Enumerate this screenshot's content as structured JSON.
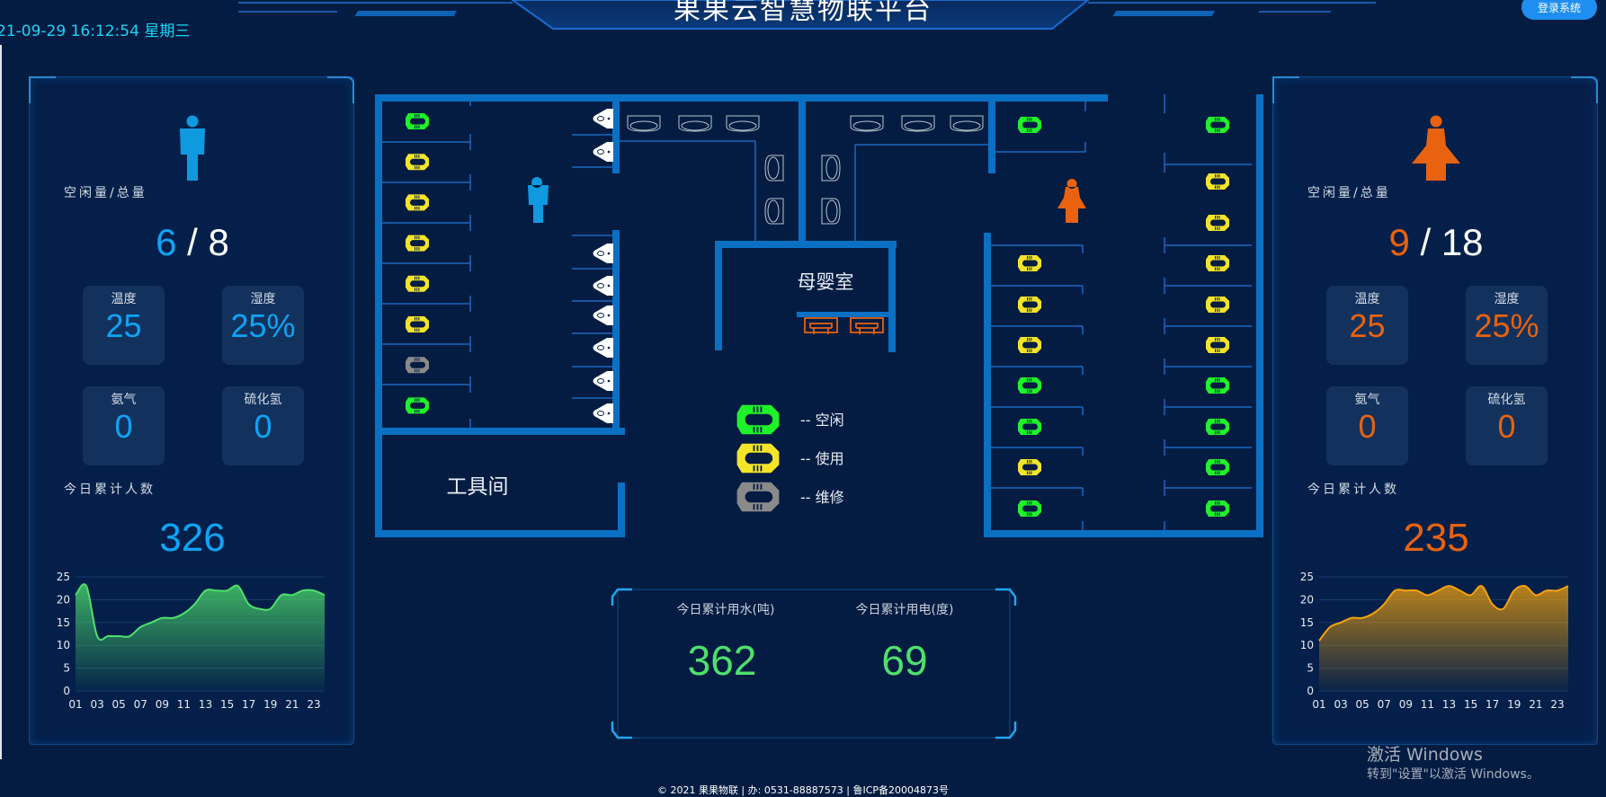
{
  "header": {
    "title": "果果云智慧物联平台",
    "datetime": "21-09-29 16:12:54 星期三",
    "login_label": "登录系统"
  },
  "colors": {
    "male": "#0f9ae0",
    "female": "#e8620f",
    "free": "#1ef22a",
    "used": "#f3e42a",
    "repair": "#8a8a8a",
    "wall": "#0a70c4",
    "water": "#4fe06c"
  },
  "men": {
    "icon": "male-person-icon",
    "free_label": "空闲量/总量",
    "free": "6",
    "total": "8",
    "sep": "/",
    "stats": [
      {
        "label": "温度",
        "value": "25"
      },
      {
        "label": "湿度",
        "value": "25%"
      },
      {
        "label": "氨气",
        "value": "0"
      },
      {
        "label": "硫化氢",
        "value": "0"
      }
    ],
    "count_label": "今日累计人数",
    "count": "326"
  },
  "women": {
    "icon": "female-person-icon",
    "free_label": "空闲量/总量",
    "free": "9",
    "total": "18",
    "sep": "/",
    "stats": [
      {
        "label": "温度",
        "value": "25"
      },
      {
        "label": "湿度",
        "value": "25%"
      },
      {
        "label": "氨气",
        "value": "0"
      },
      {
        "label": "硫化氢",
        "value": "0"
      }
    ],
    "count_label": "今日累计人数",
    "count": "235"
  },
  "floor": {
    "men_stalls": [
      "free",
      "used",
      "used",
      "used",
      "used",
      "used",
      "repair",
      "free"
    ],
    "women_left": [
      "free",
      "used",
      "used",
      "used",
      "free",
      "free",
      "used",
      "free"
    ],
    "women_right": [
      "free",
      "used",
      "used",
      "used",
      "used",
      "used",
      "free",
      "free",
      "free",
      "free"
    ],
    "baby_room": "母婴室",
    "tool_room": "工具间",
    "legend": [
      {
        "status": "free",
        "label": "--  空闲"
      },
      {
        "status": "used",
        "label": "--  使用"
      },
      {
        "status": "repair",
        "label": "--  维修"
      }
    ]
  },
  "usage": {
    "water_label": "今日累计用水(吨)",
    "water": "362",
    "power_label": "今日累计用电(度)",
    "power": "69"
  },
  "footer": "© 2021 果果物联 | 办: 0531-88887573 | 鲁ICP备20004873号",
  "watermark": {
    "line1": "激活 Windows",
    "line2": "转到\"设置\"以激活 Windows。"
  },
  "chart_data": [
    {
      "type": "area",
      "x": [
        "01",
        "02",
        "03",
        "04",
        "05",
        "06",
        "07",
        "08",
        "09",
        "10",
        "11",
        "12",
        "13",
        "14",
        "15",
        "16",
        "17",
        "18",
        "19",
        "20",
        "21",
        "22",
        "23",
        "24"
      ],
      "xticks": [
        "01",
        "03",
        "05",
        "07",
        "09",
        "11",
        "13",
        "15",
        "17",
        "19",
        "21",
        "23"
      ],
      "values": [
        21,
        23,
        12,
        12,
        12,
        12,
        14,
        15,
        16,
        16,
        17,
        19,
        22,
        22,
        22,
        23,
        19,
        18,
        18,
        21,
        21,
        22,
        22,
        21
      ],
      "ylim": [
        0,
        25
      ],
      "yticks": [
        0,
        5,
        10,
        15,
        20,
        25
      ],
      "color": "#4fe06c",
      "grid": true
    },
    {
      "type": "area",
      "x": [
        "01",
        "02",
        "03",
        "04",
        "05",
        "06",
        "07",
        "08",
        "09",
        "10",
        "11",
        "12",
        "13",
        "14",
        "15",
        "16",
        "17",
        "18",
        "19",
        "20",
        "21",
        "22",
        "23",
        "24"
      ],
      "xticks": [
        "01",
        "03",
        "05",
        "07",
        "09",
        "11",
        "13",
        "15",
        "17",
        "19",
        "21",
        "23"
      ],
      "values": [
        11,
        14,
        15,
        16,
        16,
        17,
        19,
        22,
        22,
        22,
        21,
        22,
        23,
        22,
        21,
        23,
        19,
        18,
        22,
        23,
        21,
        22,
        22,
        23
      ],
      "ylim": [
        0,
        25
      ],
      "yticks": [
        0,
        5,
        10,
        15,
        20,
        25
      ],
      "color": "#f5a20a",
      "grid": true
    }
  ]
}
